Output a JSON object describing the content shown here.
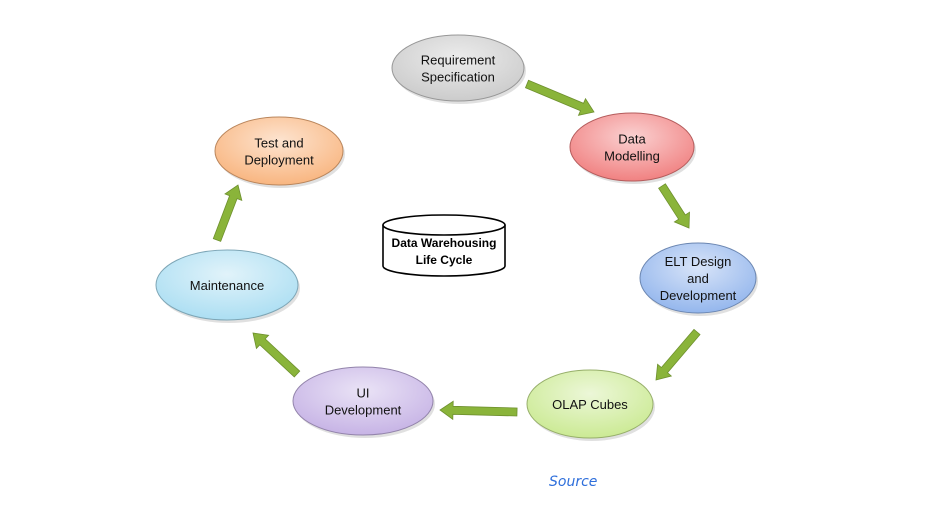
{
  "center": {
    "lines": [
      "Data Warehousing",
      "Life Cycle"
    ]
  },
  "stages": [
    {
      "id": "requirement-specification",
      "lines": [
        "Requirement",
        "Specification"
      ],
      "color": "#c9c9c9"
    },
    {
      "id": "data-modelling",
      "lines": [
        "Data",
        "Modelling"
      ],
      "color": "#f07b7b"
    },
    {
      "id": "elt-design-and-development",
      "lines": [
        "ELT Design",
        "and",
        "Development"
      ],
      "color": "#8fb3ec"
    },
    {
      "id": "olap-cubes",
      "lines": [
        "OLAP Cubes"
      ],
      "color": "#c9e98f"
    },
    {
      "id": "ui-development",
      "lines": [
        "UI",
        "Development"
      ],
      "color": "#c4b0e4"
    },
    {
      "id": "maintenance",
      "lines": [
        "Maintenance"
      ],
      "color": "#a8ddf2"
    },
    {
      "id": "test-and-deployment",
      "lines": [
        "Test and",
        "Deployment"
      ],
      "color": "#f8b27a"
    }
  ],
  "arrow_color": "#8ab43a",
  "source_label": "Source"
}
